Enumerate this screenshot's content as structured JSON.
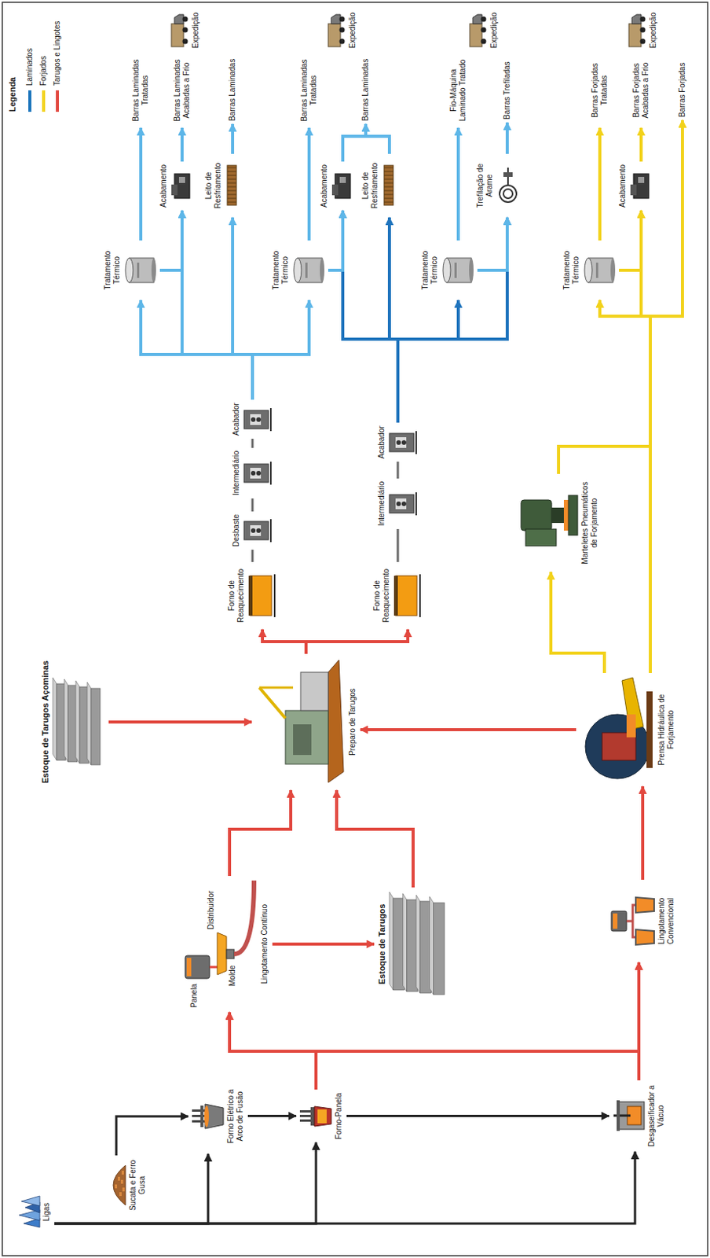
{
  "diagram": {
    "nodes": [
      {
        "text": [
          "Ligas"
        ]
      },
      {
        "text": [
          "Sucata e Ferro Gusa"
        ]
      },
      {
        "text": [
          "Forno Elétrico a Arco de Fusão"
        ]
      },
      {
        "text": [
          "Forno-Panela"
        ]
      },
      {
        "text": [
          "Desgaseificador a Vácuo"
        ]
      },
      {
        "text": [
          "Lingotamento Contínuo"
        ]
      },
      {
        "text": [
          "Estoque de Tarugos"
        ]
      },
      {
        "text": [
          "Estoque de Tarugos Açominas"
        ]
      },
      {
        "text": [
          "Preparo de Tarugos"
        ]
      },
      {
        "text": [
          "Lingotamento Convencional"
        ]
      },
      {
        "text": [
          "Prensa Hidráulica de Forjamento"
        ]
      },
      {
        "text": [
          "Marteletes Pneumáticos de Forjamento"
        ]
      },
      {
        "text": [
          "Forno de Reaquecimento"
        ]
      },
      {
        "text": [
          "Desbaste"
        ]
      },
      {
        "text": [
          "Intermediário"
        ]
      },
      {
        "text": [
          "Acabador"
        ]
      },
      {
        "text": [
          "Forno de Reaquecimento"
        ]
      },
      {
        "text": [
          "Intermediário"
        ]
      },
      {
        "text": [
          "Acabador"
        ]
      },
      {
        "text": [
          "Tratamento Térmico"
        ]
      },
      {
        "text": [
          "Acabamento"
        ]
      },
      {
        "text": [
          "Leito de Resfriamento"
        ]
      },
      {
        "text": [
          "Barras Laminadas Tratadas"
        ]
      },
      {
        "text": [
          "Barras Laminadas Acabadas a Frio"
        ]
      },
      {
        "text": [
          "Barras Laminadas"
        ]
      },
      {
        "text": [
          "Expedição"
        ]
      },
      {
        "text": [
          "Tratamento Térmico"
        ]
      },
      {
        "text": [
          "Acabamento"
        ]
      },
      {
        "text": [
          "Leito de Resfriamento"
        ]
      },
      {
        "text": [
          "Barras Laminadas Tratadas"
        ]
      },
      {
        "text": [
          "Barras Laminadas"
        ]
      },
      {
        "text": [
          "Expedição"
        ]
      },
      {
        "text": [
          "Tratamento Térmico"
        ]
      },
      {
        "text": [
          "Trefilação de Arame"
        ]
      },
      {
        "text": [
          "Fio-Máquina Laminado Tratado"
        ]
      },
      {
        "text": [
          "Barras Trefiladas"
        ]
      },
      {
        "text": [
          "Expedição"
        ]
      },
      {
        "text": [
          "Tratamento Térmico"
        ]
      },
      {
        "text": [
          "Acabamento"
        ]
      },
      {
        "text": [
          "Barras Forjadas Tratadas"
        ]
      },
      {
        "text": [
          "Barras Forjadas Acabadas a Frio"
        ]
      },
      {
        "text": [
          "Barras Forjadas"
        ]
      },
      {
        "text": [
          "Expedição"
        ]
      }
    ],
    "edges": [
      {
        "from": 0,
        "to": 2,
        "arrow": "to"
      },
      {
        "from": 0,
        "to": 3,
        "arrow": "to"
      },
      {
        "from": 0,
        "to": 4,
        "arrow": "to"
      },
      {
        "from": 1,
        "to": 2,
        "arrow": "to"
      },
      {
        "from": 2,
        "to": 3,
        "arrow": "to"
      },
      {
        "from": 3,
        "to": 4,
        "arrow": "to"
      },
      {
        "from": 3,
        "to": 5,
        "arrow": "to"
      },
      {
        "from": 3,
        "to": 9,
        "arrow": "to"
      },
      {
        "from": 4,
        "to": 5,
        "arrow": "to"
      },
      {
        "from": 4,
        "to": 9,
        "arrow": "to"
      },
      {
        "from": 5,
        "to": 8,
        "arrow": "to"
      },
      {
        "from": 5,
        "to": 6,
        "arrow": "to"
      },
      {
        "from": 6,
        "to": 8,
        "arrow": "to"
      },
      {
        "from": 7,
        "to": 8,
        "arrow": "to"
      },
      {
        "from": 9,
        "to": 10,
        "arrow": "to"
      },
      {
        "from": 10,
        "to": 8,
        "arrow": "to"
      },
      {
        "from": 8,
        "to": 12,
        "arrow": "to"
      },
      {
        "from": 8,
        "to": 16,
        "arrow": "to"
      },
      {
        "from": 12,
        "to": 13,
        "arrow": "none"
      },
      {
        "from": 13,
        "to": 14,
        "arrow": "none"
      },
      {
        "from": 14,
        "to": 15,
        "arrow": "none"
      },
      {
        "from": 16,
        "to": 17,
        "arrow": "none"
      },
      {
        "from": 17,
        "to": 18,
        "arrow": "none"
      },
      {
        "from": 15,
        "to": 19,
        "arrow": "to"
      },
      {
        "from": 15,
        "to": 20,
        "arrow": "to"
      },
      {
        "from": 15,
        "to": 21,
        "arrow": "to"
      },
      {
        "from": 15,
        "to": 26,
        "arrow": "to"
      },
      {
        "from": 19,
        "to": 22,
        "arrow": "to"
      },
      {
        "from": 19,
        "to": 20,
        "arrow": "to"
      },
      {
        "from": 20,
        "to": 23,
        "arrow": "to"
      },
      {
        "from": 21,
        "to": 24,
        "arrow": "to"
      },
      {
        "from": 18,
        "to": 27,
        "arrow": "to"
      },
      {
        "from": 18,
        "to": 28,
        "arrow": "to"
      },
      {
        "from": 18,
        "to": 32,
        "arrow": "to"
      },
      {
        "from": 18,
        "to": 33,
        "arrow": "to"
      },
      {
        "from": 26,
        "to": 29,
        "arrow": "to"
      },
      {
        "from": 26,
        "to": 27,
        "arrow": "to"
      },
      {
        "from": 27,
        "to": 30,
        "arrow": "to"
      },
      {
        "from": 28,
        "to": 30,
        "arrow": "to"
      },
      {
        "from": 32,
        "to": 34,
        "arrow": "to"
      },
      {
        "from": 32,
        "to": 33,
        "arrow": "to"
      },
      {
        "from": 33,
        "to": 35,
        "arrow": "to"
      },
      {
        "from": 10,
        "to": 11,
        "arrow": "to"
      },
      {
        "from": 10,
        "to": 37,
        "arrow": "to"
      },
      {
        "from": 10,
        "to": 38,
        "arrow": "to"
      },
      {
        "from": 10,
        "to": 41,
        "arrow": "to"
      },
      {
        "from": 11,
        "to": 37,
        "arrow": "to"
      },
      {
        "from": 11,
        "to": 38,
        "arrow": "to"
      },
      {
        "from": 11,
        "to": 41,
        "arrow": "to"
      },
      {
        "from": 37,
        "to": 39,
        "arrow": "to"
      },
      {
        "from": 37,
        "to": 38,
        "arrow": "to"
      },
      {
        "from": 38,
        "to": 40,
        "arrow": "to"
      }
    ],
    "labels": [
      "Legenda",
      "Panela",
      "Distribuidor",
      "Molde"
    ],
    "legend": [
      {
        "text": "Laminados",
        "color": "#1b75bc"
      },
      {
        "text": "Forjados",
        "color": "#f2d21b"
      },
      {
        "text": "Tarugos e Lingotes",
        "color": "#e2483f"
      }
    ]
  }
}
